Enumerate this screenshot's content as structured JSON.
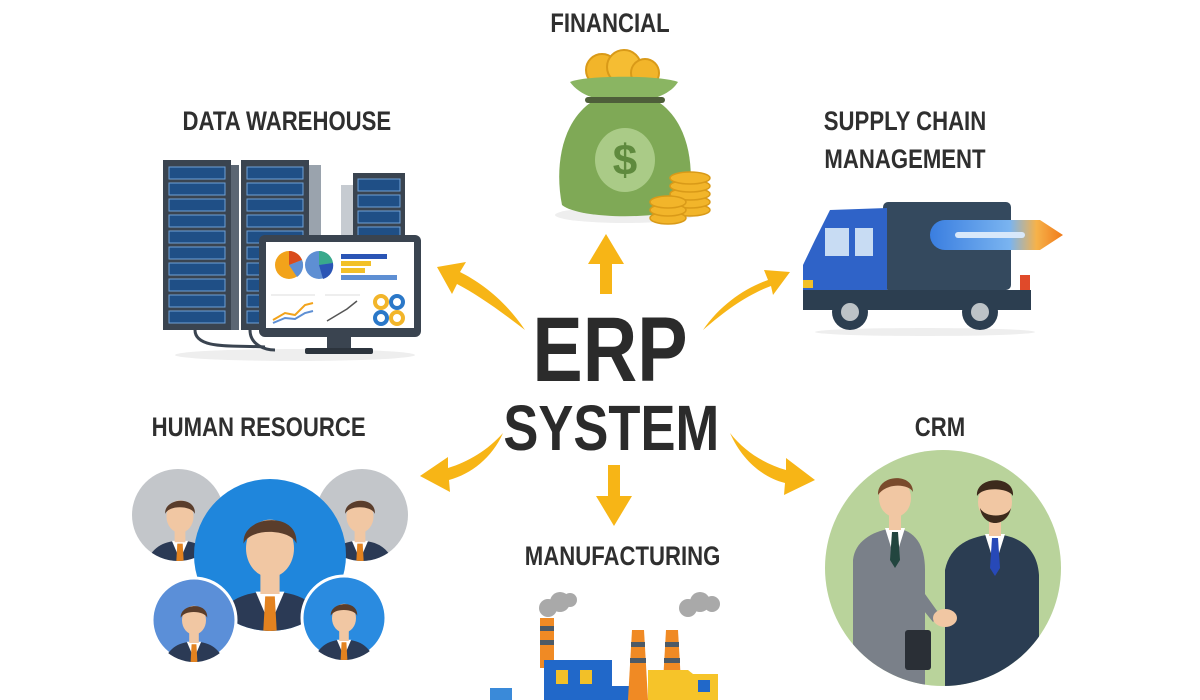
{
  "diagram": {
    "center": {
      "line1": "ERP",
      "line2": "SYSTEM"
    },
    "modules": [
      {
        "id": "financial",
        "label": "FINANCIAL",
        "icon": "money-bag-icon"
      },
      {
        "id": "data-warehouse",
        "label": "DATA WAREHOUSE",
        "icon": "server-rack-icon"
      },
      {
        "id": "supply-chain",
        "label_line1": "SUPPLY CHAIN",
        "label_line2": "MANAGEMENT",
        "icon": "delivery-truck-icon"
      },
      {
        "id": "human-resource",
        "label": "HUMAN RESOURCE",
        "icon": "people-group-icon"
      },
      {
        "id": "crm",
        "label": "CRM",
        "icon": "handshake-icon"
      },
      {
        "id": "manufacturing",
        "label": "MANUFACTURING",
        "icon": "factory-icon"
      }
    ],
    "colors": {
      "arrow": "#f7b516",
      "text": "#2f2f2f",
      "money_green": "#7fa956",
      "coin_gold": "#f2b52a",
      "server_dark": "#3a4450",
      "truck_blue": "#2f63c8",
      "hr_blue": "#1f86dc",
      "crm_green": "#b9d39b",
      "factory_blue": "#2168c9",
      "factory_orange": "#f08a24"
    }
  }
}
